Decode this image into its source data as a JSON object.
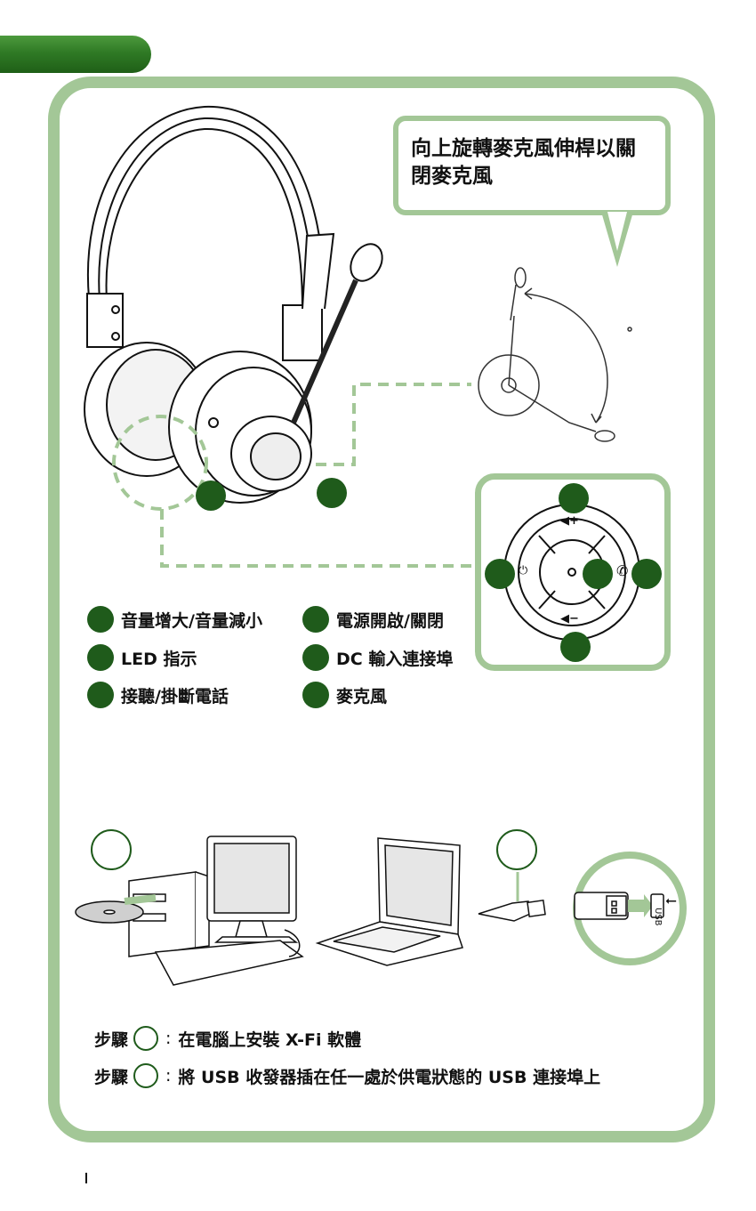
{
  "callout": {
    "line1": "向上旋轉麥克風伸桿以關",
    "line2": "閉麥克風"
  },
  "controls": {
    "vol_up_symbol": "◀+",
    "vol_down_symbol": "◀−",
    "power_symbol": "⏻",
    "phone_symbol": "✆"
  },
  "legend": [
    {
      "label": "音量增大/音量減小"
    },
    {
      "label": "LED 指示"
    },
    {
      "label": "接聽/掛斷電話"
    },
    {
      "label": "電源開啟/關閉"
    },
    {
      "label": "DC 輸入連接埠"
    },
    {
      "label": "麥克風"
    }
  ],
  "usb_label": "USB",
  "steps": [
    {
      "prefix": "步驟",
      "text": "在電腦上安裝 X-Fi 軟體"
    },
    {
      "prefix": "步驟",
      "text": "將 USB 收發器插在任一處於供電狀態的 USB 連接埠上"
    }
  ],
  "colors": {
    "accent": "#1f5b1b",
    "frame": "#a3c797"
  }
}
